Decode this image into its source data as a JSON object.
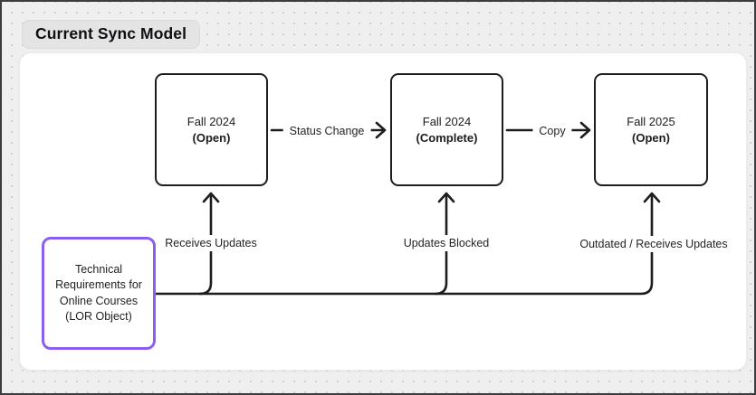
{
  "title": "Current Sync Model",
  "diagram": {
    "nodes": [
      {
        "line1": "Fall 2024",
        "line2": "(Open)"
      },
      {
        "line1": "Fall 2024",
        "line2": "(Complete)"
      },
      {
        "line1": "Fall 2025",
        "line2": "(Open)"
      }
    ],
    "lor": {
      "lines": [
        "Technical",
        "Requirements for",
        "Online Courses",
        "(LOR Object)"
      ]
    },
    "connector_labels": {
      "status_change": "Status Change",
      "copy": "Copy",
      "receives_updates": "Receives Updates",
      "updates_blocked": "Updates Blocked",
      "outdated": "Outdated / Receives Updates"
    },
    "colors": {
      "line": "#1d1d1f",
      "lor_border": "#8a5ff0",
      "badge_bg": "#e4e4e5",
      "canvas_bg": "#efeff0",
      "panel_bg": "#ffffff"
    }
  }
}
